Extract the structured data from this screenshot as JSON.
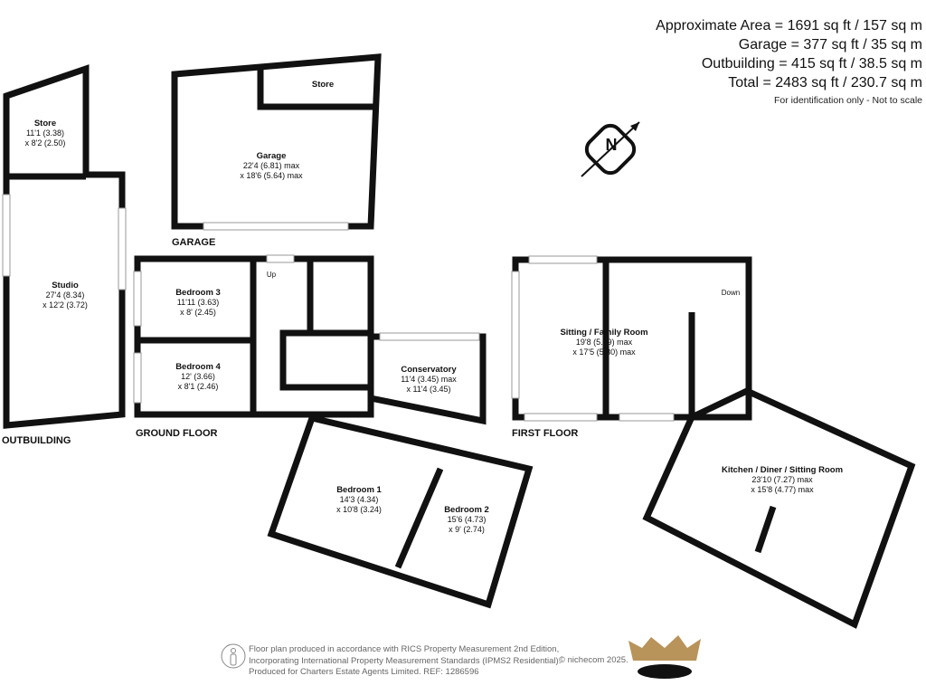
{
  "areas": {
    "approximate": "Approximate Area = 1691 sq ft / 157 sq m",
    "garage": "Garage = 377 sq ft / 35 sq m",
    "outbuilding": "Outbuilding = 415 sq ft / 38.5 sq m",
    "total": "Total = 2483 sq ft / 230.7 sq m",
    "note": "For identification only - Not to scale"
  },
  "floors": {
    "outbuilding": "OUTBUILDING",
    "garage": "GARAGE",
    "ground": "GROUND FLOOR",
    "first": "FIRST FLOOR"
  },
  "rooms": {
    "store_out": {
      "name": "Store",
      "d1": "11'1 (3.38)",
      "d2": "x 8'2 (2.50)"
    },
    "studio": {
      "name": "Studio",
      "d1": "27'4 (8.34)",
      "d2": "x 12'2 (3.72)"
    },
    "store_garage": {
      "name": "Store"
    },
    "garage": {
      "name": "Garage",
      "d1": "22'4 (6.81) max",
      "d2": "x 18'6 (5.64) max"
    },
    "bedroom3": {
      "name": "Bedroom 3",
      "d1": "11'11 (3.63)",
      "d2": "x 8' (2.45)"
    },
    "bedroom4": {
      "name": "Bedroom 4",
      "d1": "12' (3.66)",
      "d2": "x 8'1 (2.46)"
    },
    "conservatory": {
      "name": "Conservatory",
      "d1": "11'4 (3.45) max",
      "d2": "x 11'4 (3.45)"
    },
    "bedroom1": {
      "name": "Bedroom 1",
      "d1": "14'3 (4.34)",
      "d2": "x 10'8 (3.24)"
    },
    "bedroom2": {
      "name": "Bedroom 2",
      "d1": "15'6 (4.73)",
      "d2": "x 9' (2.74)"
    },
    "sitting": {
      "name": "Sitting / Family Room",
      "d1": "19'8 (5.99) max",
      "d2": "x 17'5 (5.30) max"
    },
    "kitchen": {
      "name": "Kitchen / Diner / Sitting Room",
      "d1": "23'10 (7.27) max",
      "d2": "x 15'8 (4.77) max"
    }
  },
  "stairs": {
    "up": "Up",
    "down": "Down"
  },
  "compass": {
    "letter": "N"
  },
  "footer": {
    "line1": "Floor plan produced in accordance with RICS Property Measurement 2nd Edition,",
    "line2": "Incorporating International Property Measurement Standards (IPMS2 Residential).",
    "line3": "Produced for Charters Estate Agents Limited.   REF: 1286596",
    "copyright": "© nichecom 2025."
  },
  "colors": {
    "wall": "#111111",
    "crown": "#b8935a"
  }
}
